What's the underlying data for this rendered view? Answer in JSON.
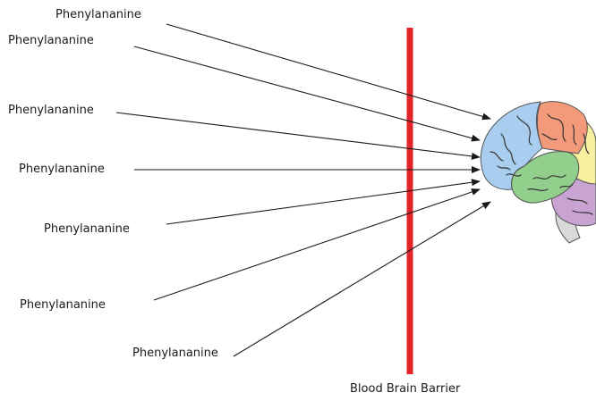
{
  "molecule_labels": [
    "Phenylananine",
    "Phenylananine",
    "Phenylananine",
    "Phenylananine",
    "Phenylananine",
    "Phenylananine",
    "Phenylananine"
  ],
  "barrier": {
    "label": "Blood Brain Barrier",
    "color": "#e3232a"
  },
  "brain_lobe_colors": {
    "frontal": "#a9cdef",
    "parietal": "#f29a7a",
    "occipital": "#f7f0a0",
    "temporal": "#92cf8c",
    "cerebellum": "#c9a3d2",
    "brainstem": "#d9d9d9"
  },
  "arrow_color": "#1a1a1a"
}
